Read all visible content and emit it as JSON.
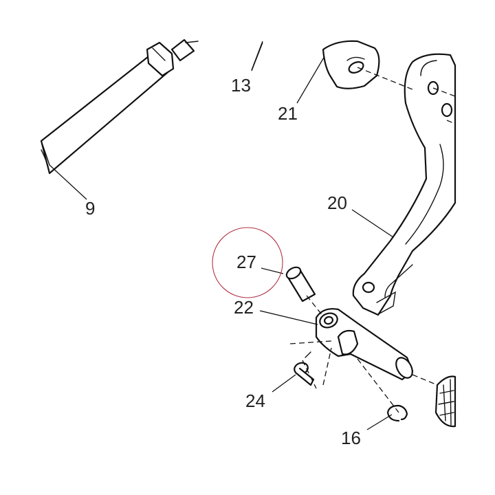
{
  "diagram": {
    "callouts": [
      {
        "id": "9",
        "label": "9"
      },
      {
        "id": "13",
        "label": "13"
      },
      {
        "id": "21",
        "label": "21"
      },
      {
        "id": "20",
        "label": "20"
      },
      {
        "id": "27",
        "label": "27"
      },
      {
        "id": "22",
        "label": "22"
      },
      {
        "id": "24",
        "label": "24"
      },
      {
        "id": "16",
        "label": "16"
      }
    ],
    "highlighted_callout": "27",
    "highlight_color": "#b03044",
    "line_color": "#111111",
    "background": "#ffffff"
  }
}
